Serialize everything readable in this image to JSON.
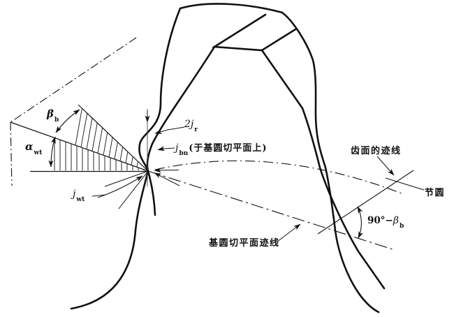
{
  "figure": {
    "description": "gear tooth backlash diagram",
    "labels": {
      "beta_b": {
        "main": "β",
        "sub": "b"
      },
      "alpha_wt": {
        "main": "α",
        "sub": "wt"
      },
      "j_wt": {
        "main": "j",
        "sub": "wt"
      },
      "two_j_r": {
        "main": "2j",
        "sub": "r"
      },
      "j_bn": {
        "main": "j",
        "sub": "bn",
        "suffix": "(于基圆切平面上)"
      },
      "tooth_surface_trace": "齿面的迹线",
      "pitch_circle": "节圆",
      "ninety_minus_beta": {
        "prefix": "90°−",
        "main": "β",
        "sub": "b"
      },
      "base_tangent_plane_trace": "基圆切平面迹线"
    },
    "colors": {
      "ink": "#111111",
      "paper": "#ffffff"
    }
  }
}
